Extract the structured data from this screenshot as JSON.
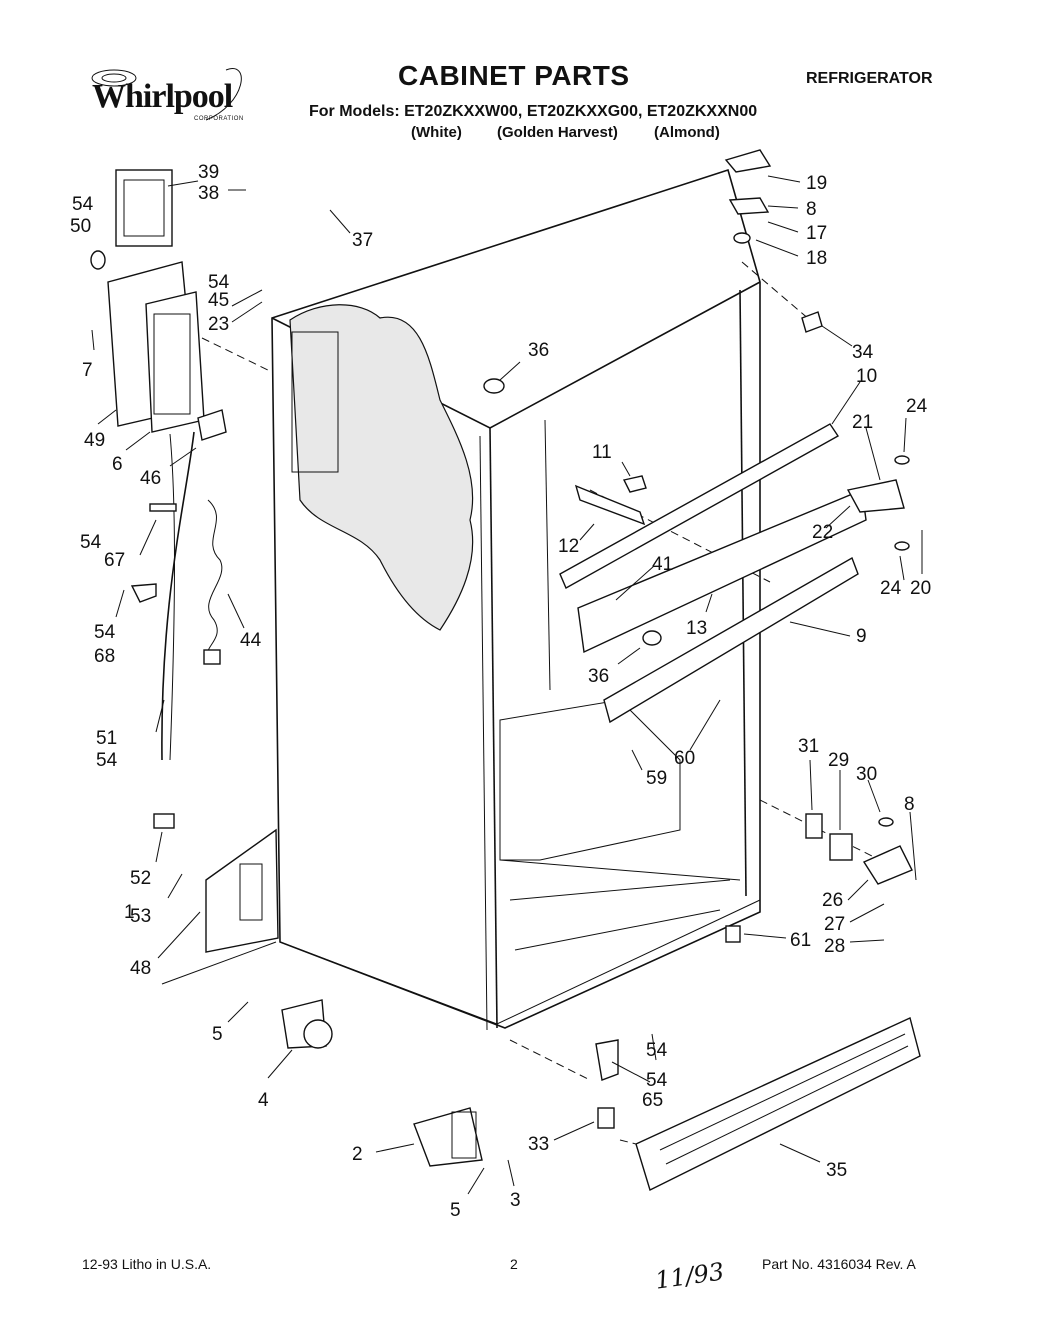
{
  "header": {
    "brand": "Whirlpool",
    "brand_sub": "CORPORATION",
    "title": "CABINET PARTS",
    "category": "REFRIGERATOR",
    "models": "For Models: ET20ZKXXW00, ET20ZKXXG00, ET20ZKXXN00",
    "variants": [
      "(White)",
      "(Golden Harvest)",
      "(Almond)"
    ]
  },
  "callouts": [
    "1",
    "2",
    "3",
    "4",
    "5",
    "5",
    "6",
    "7",
    "8",
    "8",
    "9",
    "10",
    "11",
    "12",
    "13",
    "17",
    "18",
    "19",
    "20",
    "21",
    "22",
    "23",
    "24",
    "24",
    "26",
    "27",
    "28",
    "29",
    "30",
    "31",
    "33",
    "34",
    "35",
    "36",
    "36",
    "37",
    "38",
    "39",
    "41",
    "44",
    "45",
    "46",
    "48",
    "49",
    "50",
    "51",
    "52",
    "53",
    "54",
    "54",
    "54",
    "54",
    "54",
    "54",
    "54",
    "59",
    "60",
    "61",
    "65",
    "67",
    "68"
  ],
  "footer": {
    "left": "12-93 Litho in U.S.A.",
    "center": "2",
    "right": "Part No. 4316034 Rev. A",
    "handwritten": "11/93"
  }
}
